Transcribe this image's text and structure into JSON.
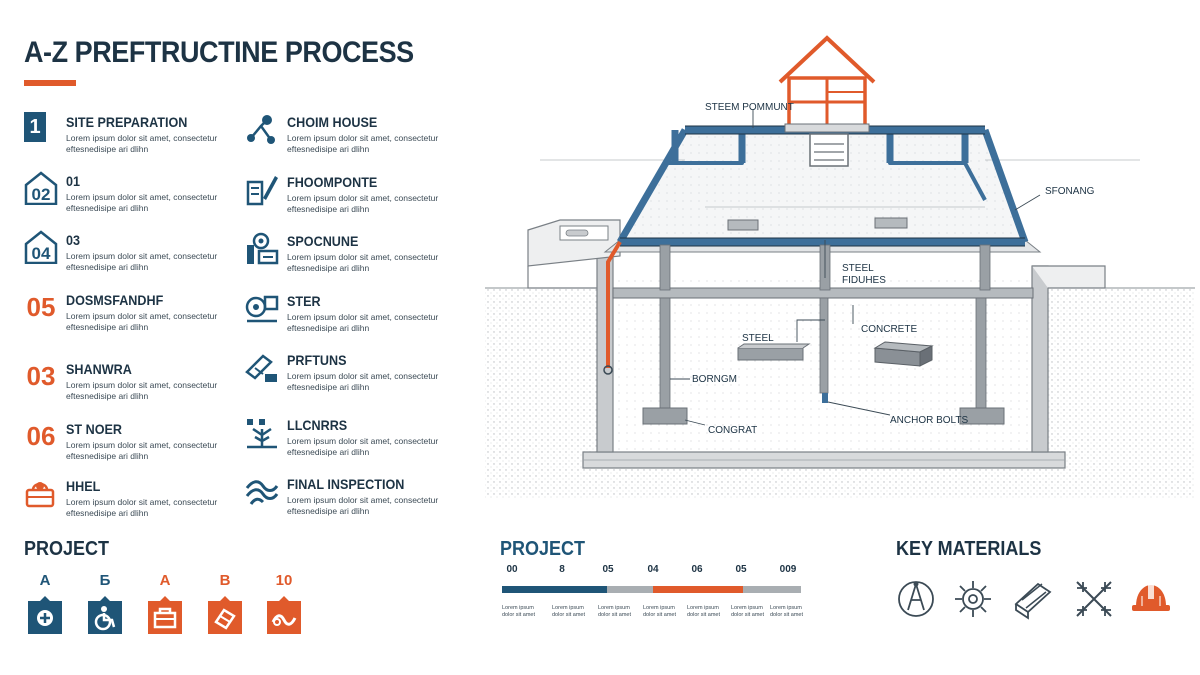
{
  "title": "A-Z PREFTRUCTINE PROCESS",
  "colors": {
    "navy": "#1f5577",
    "orange": "#e05a2b",
    "dark": "#1d3344",
    "steel": "#3d6f9a",
    "concrete": "#9aa0a5"
  },
  "steps_left": [
    {
      "badge": "1",
      "name": "SITE PREPARATION",
      "desc": "Lorem ipsum dolor sit amet, consectetur eftesnedisipe ari dlihn",
      "style": "box"
    },
    {
      "badge": "02",
      "name": "01",
      "desc": "Lorem ipsum dolor sit amet, consectetur eftesnedisipe ari dlihn",
      "style": "navy-icon"
    },
    {
      "badge": "04",
      "name": "03",
      "desc": "Lorem ipsum dolor sit amet, consectetur eftesnedisipe ari dlihn",
      "style": "navy-icon"
    },
    {
      "badge": "05",
      "name": "DOSMSFANDHF",
      "desc": "Lorem ipsum dolor sit amet, consectetur eftesnedisipe ari dlihn",
      "style": "orange"
    },
    {
      "badge": "03",
      "name": "SHANWRA",
      "desc": "Lorem ipsum dolor sit amet, consectetur eftesnedisipe ari dlihn",
      "style": "orange"
    },
    {
      "badge": "06",
      "name": "ST NOER",
      "desc": "Lorem ipsum dolor sit amet, consectetur eftesnedisipe ari dlihn",
      "style": "orange"
    },
    {
      "badge": "",
      "name": "HHEL",
      "desc": "Lorem ipsum dolor sit amet, consectetur eftesnedisipe ari dlihn",
      "style": "orange-icon"
    }
  ],
  "steps_right": [
    {
      "name": "CHOIM HOUSE",
      "desc": "Lorem ipsum dolor sit amet, consectetur eftesnedisipe ari dlihn",
      "icon": "connect-icon"
    },
    {
      "name": "FHOOMPONTE",
      "desc": "Lorem ipsum dolor sit amet, consectetur eftesnedisipe ari dlihn",
      "icon": "pencil-icon"
    },
    {
      "name": "SPOCNUNE",
      "desc": "Lorem ipsum dolor sit amet, consectetur eftesnedisipe ari dlihn",
      "icon": "gauge-icon"
    },
    {
      "name": "STER",
      "desc": "Lorem ipsum dolor sit amet, consectetur eftesnedisipe ari dlihn",
      "icon": "tape-icon"
    },
    {
      "name": "PRFTUNS",
      "desc": "Lorem ipsum dolor sit amet, consectetur eftesnedisipe ari dlihn",
      "icon": "beam-icon"
    },
    {
      "name": "LLCNRRS",
      "desc": "Lorem ipsum dolor sit amet, consectetur eftesnedisipe ari dlihn",
      "icon": "plant-icon"
    },
    {
      "name": "FINAL INSPECTION",
      "desc": "Lorem ipsum dolor sit amet, consectetur eftesnedisipe ari dlihn",
      "icon": "wave-icon"
    }
  ],
  "project_left": {
    "title": "PROJECT",
    "tags": [
      {
        "letter": "A",
        "color": "#1f5577",
        "icon": "shield-icon"
      },
      {
        "letter": "Б",
        "color": "#1f5577",
        "icon": "wheelchair-icon"
      },
      {
        "letter": "A",
        "color": "#e05a2b",
        "icon": "toolbox-icon"
      },
      {
        "letter": "B",
        "color": "#e05a2b",
        "icon": "brick-icon"
      },
      {
        "letter": "10",
        "color": "#e05a2b",
        "icon": "link-icon"
      }
    ]
  },
  "project_timeline": {
    "title": "PROJECT",
    "labels": [
      "00",
      "8",
      "05",
      "04",
      "06",
      "05",
      "009"
    ],
    "note": "Lorem ipsum dolor sit amet"
  },
  "key_materials": {
    "title": "KEY MATERIALS",
    "icons": [
      "compass-icon",
      "gear-icon",
      "steel-beam-icon",
      "rebar-icon",
      "hard-hat-icon"
    ]
  },
  "diagram": {
    "labels": {
      "top": "STEEM POMMUNT",
      "right": "SFONANG",
      "steel_fidunes_1": "STEEL",
      "steel_fidunes_2": "FIDUHES",
      "concrete": "CONCRETE",
      "steel": "STEEL",
      "bornom": "BORNGM",
      "anchor": "ANCHOR BOLTS",
      "congrat": "CONGRAT"
    }
  }
}
